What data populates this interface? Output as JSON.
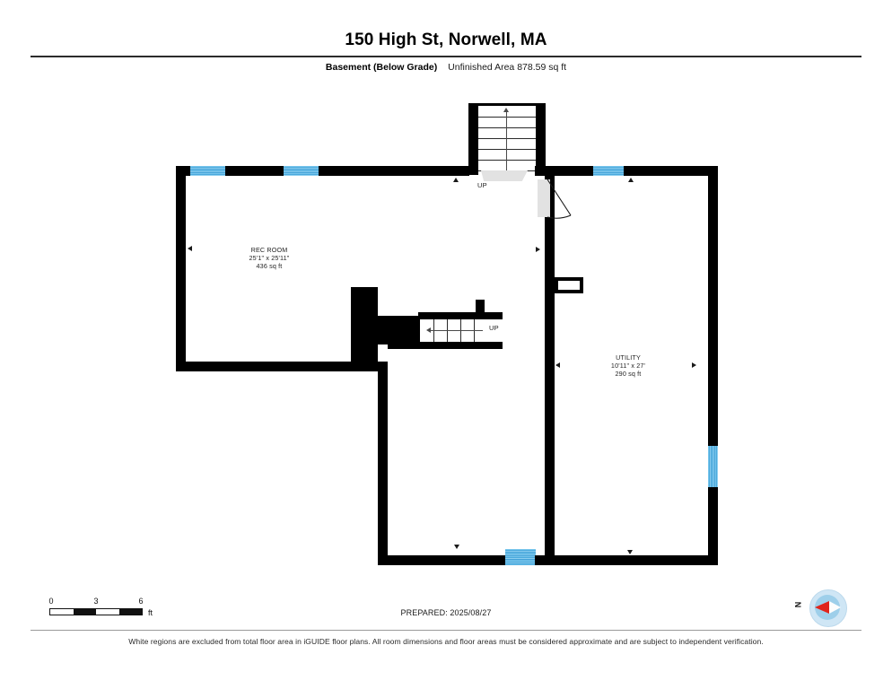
{
  "header": {
    "title": "150 High St, Norwell, MA",
    "level_label": "Basement (Below Grade)",
    "area_label": "Unfinished Area 878.59 sq ft"
  },
  "floorplan": {
    "rooms": [
      {
        "id": "rec-room",
        "name": "REC ROOM",
        "dimensions": "25'1\" x 25'11\"",
        "area": "436 sq ft"
      },
      {
        "id": "utility",
        "name": "UTILITY",
        "dimensions": "10'11\" x 27'",
        "area": "290 sq ft"
      }
    ],
    "stairs": [
      {
        "id": "upper-stair",
        "label": "UP",
        "direction": "up",
        "treads": 6
      },
      {
        "id": "lower-stair",
        "label": "UP",
        "direction": "left",
        "treads": 5
      }
    ],
    "colors": {
      "wall": "#000000",
      "window": "#5bb6e4",
      "landing": "#e2e2e2",
      "floor": "#ffffff"
    }
  },
  "scalebar": {
    "ticks": [
      "0",
      "3",
      "6"
    ],
    "unit": "ft"
  },
  "compass": {
    "label": "N"
  },
  "prepared": {
    "text": "PREPARED: 2025/08/27"
  },
  "footer": {
    "disclaimer": "White regions are excluded from total floor area in iGUIDE floor plans. All room dimensions and floor areas must be considered approximate and are subject to independent verification."
  }
}
